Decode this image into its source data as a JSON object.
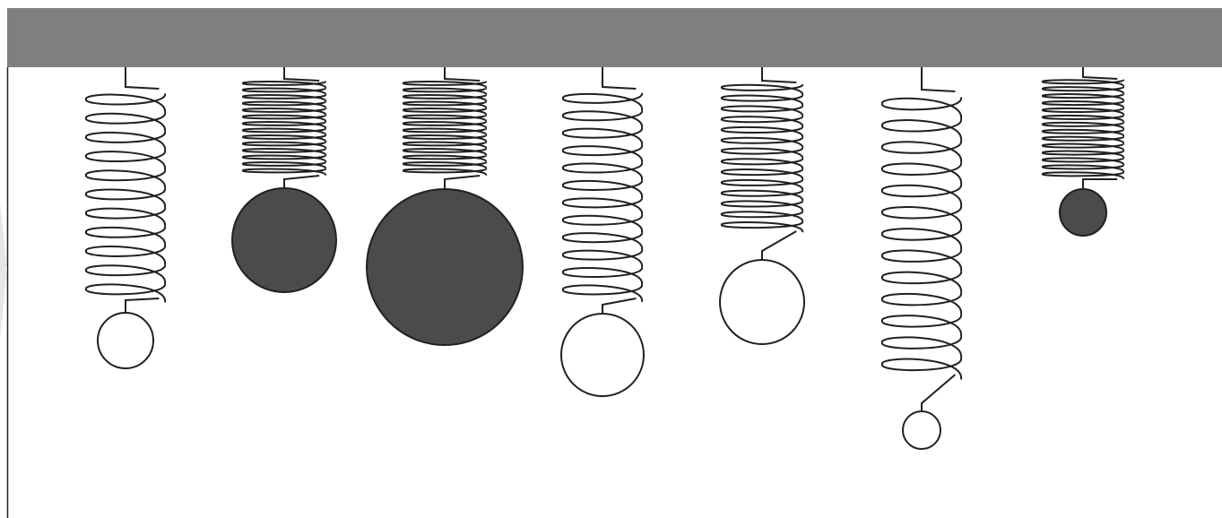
{
  "colors": {
    "ceiling": "#7f7f80",
    "stroke": "#231f20",
    "dark_mass": "#4d4a4b",
    "light_mass": "#ffffff",
    "background": "#ffffff"
  },
  "springs": [
    {
      "id": 1,
      "coil_turns": 11,
      "coil_style": "loose",
      "mass_fill": "light",
      "mass_size": "small"
    },
    {
      "id": 2,
      "coil_turns": 14,
      "coil_style": "tight",
      "mass_fill": "dark",
      "mass_size": "large"
    },
    {
      "id": 3,
      "coil_turns": 14,
      "coil_style": "tight",
      "mass_fill": "dark",
      "mass_size": "extra-large"
    },
    {
      "id": 4,
      "coil_turns": 12,
      "coil_style": "loose",
      "mass_fill": "light",
      "mass_size": "medium"
    },
    {
      "id": 5,
      "coil_turns": 14,
      "coil_style": "medium",
      "mass_fill": "light",
      "mass_size": "medium"
    },
    {
      "id": 6,
      "coil_turns": 13,
      "coil_style": "loose",
      "mass_fill": "light",
      "mass_size": "extra-small"
    },
    {
      "id": 7,
      "coil_turns": 14,
      "coil_style": "tight",
      "mass_fill": "dark",
      "mass_size": "small"
    }
  ]
}
